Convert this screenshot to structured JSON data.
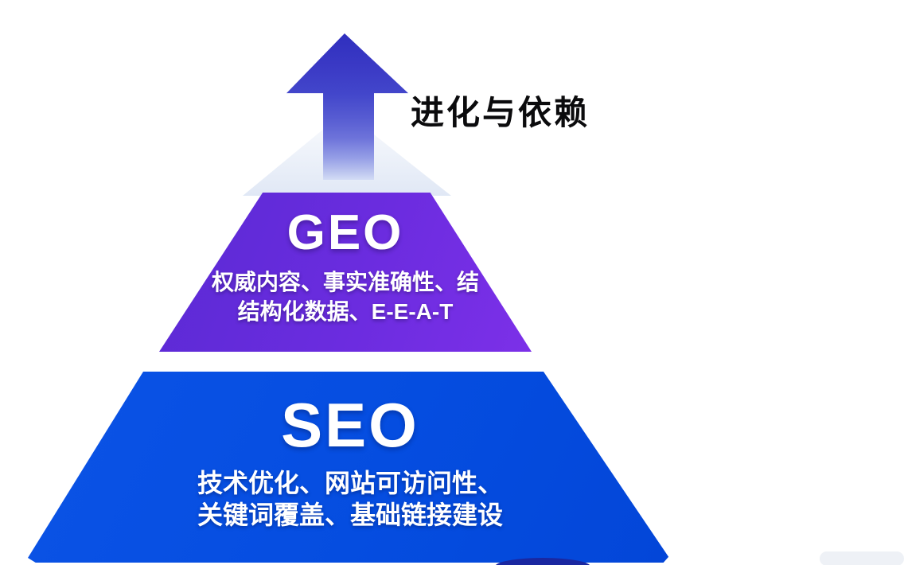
{
  "arrow": {
    "label": "进化与依赖",
    "direction": "up",
    "color_top": "#3232c4",
    "color_fade": "#d3dcf5"
  },
  "pyramid": {
    "tiers": [
      {
        "label": "GEO",
        "description_lines": [
          "权威内容、事实准确性、结",
          "结构化数据、E-E-A-T"
        ],
        "color": "#6b2cdf",
        "text_color": "#ffffff"
      },
      {
        "label": "SEO",
        "description_lines": [
          "技术优化、网站可访问性、",
          "关键词覆盖、基础链接建设"
        ],
        "color": "#054de0",
        "text_color": "#ffffff"
      }
    ]
  }
}
